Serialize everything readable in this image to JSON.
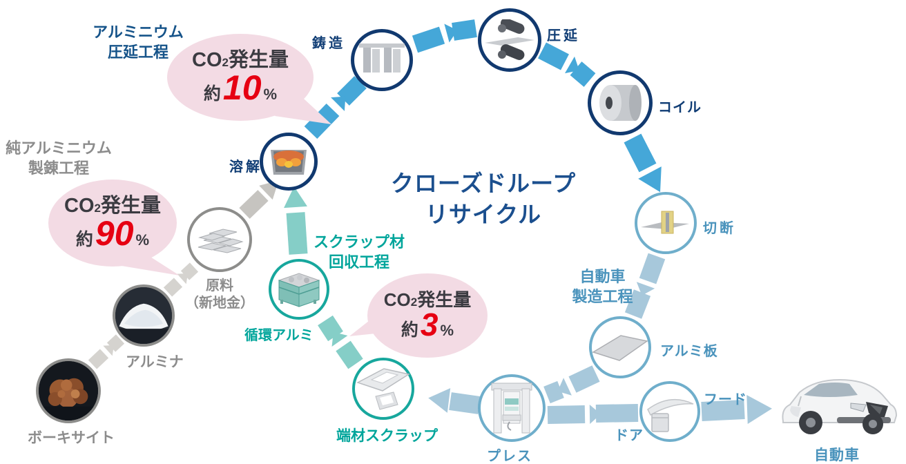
{
  "diagram_title": {
    "line1": "クローズドループ",
    "line2": "リサイクル"
  },
  "stage_labels": {
    "rolling_process": {
      "line1": "アルミニウム",
      "line2": "圧延工程"
    },
    "smelting_process": {
      "line1": "純アルミニウム",
      "line2": "製錬工程"
    },
    "scrap_recovery_process": {
      "line1": "スクラップ材",
      "line2": "回収工程"
    },
    "auto_manufacturing_process": {
      "line1": "自動車",
      "line2": "製造工程"
    }
  },
  "co2_bubbles": {
    "rolling": {
      "gas": "CO",
      "gas_subscript": "2",
      "suffix": "発生量",
      "approx": "約",
      "value": "10",
      "unit": "%"
    },
    "smelting": {
      "gas": "CO",
      "gas_subscript": "2",
      "suffix": "発生量",
      "approx": "約",
      "value": "90",
      "unit": "%"
    },
    "scrap": {
      "gas": "CO",
      "gas_subscript": "2",
      "suffix": "発生量",
      "approx": "約",
      "value": "3",
      "unit": "%"
    }
  },
  "nodes": {
    "casting": {
      "label": "鋳造"
    },
    "rolling": {
      "label": "圧延"
    },
    "coil": {
      "label": "コイル"
    },
    "cutting": {
      "label": "切断"
    },
    "aluminum_sheet": {
      "label": "アルミ板"
    },
    "press": {
      "label": "プレス"
    },
    "hood": {
      "label": "フード"
    },
    "door": {
      "label": "ドア"
    },
    "car": {
      "label": "自動車"
    },
    "melting": {
      "label": "溶解"
    },
    "recycled_aluminum": {
      "label": "循環アルミ"
    },
    "edge_scrap": {
      "label": "端材スクラップ"
    },
    "raw_material": {
      "line1": "原料",
      "line2": "（新地金）"
    },
    "alumina": {
      "label": "アルミナ"
    },
    "bauxite": {
      "label": "ボーキサイト"
    }
  },
  "colors": {
    "navy_border": "#11396F",
    "navy_text": "#0F3C74",
    "bright_blue_arrow": "#45A7D8",
    "muted_blue_arrow": "#A7C8DB",
    "blue_text": "#4A93BC",
    "dark_blue_title": "#1B4F8E",
    "teal": "#17A79D",
    "teal_arrow": "#85CEC7",
    "gray_text": "#8C8C8C",
    "gray_arrow": "#C6C4C0",
    "light_gray_arrow": "#D5D3CF",
    "bubble_pink": "#F3DBE4",
    "value_red": "#E60012"
  }
}
